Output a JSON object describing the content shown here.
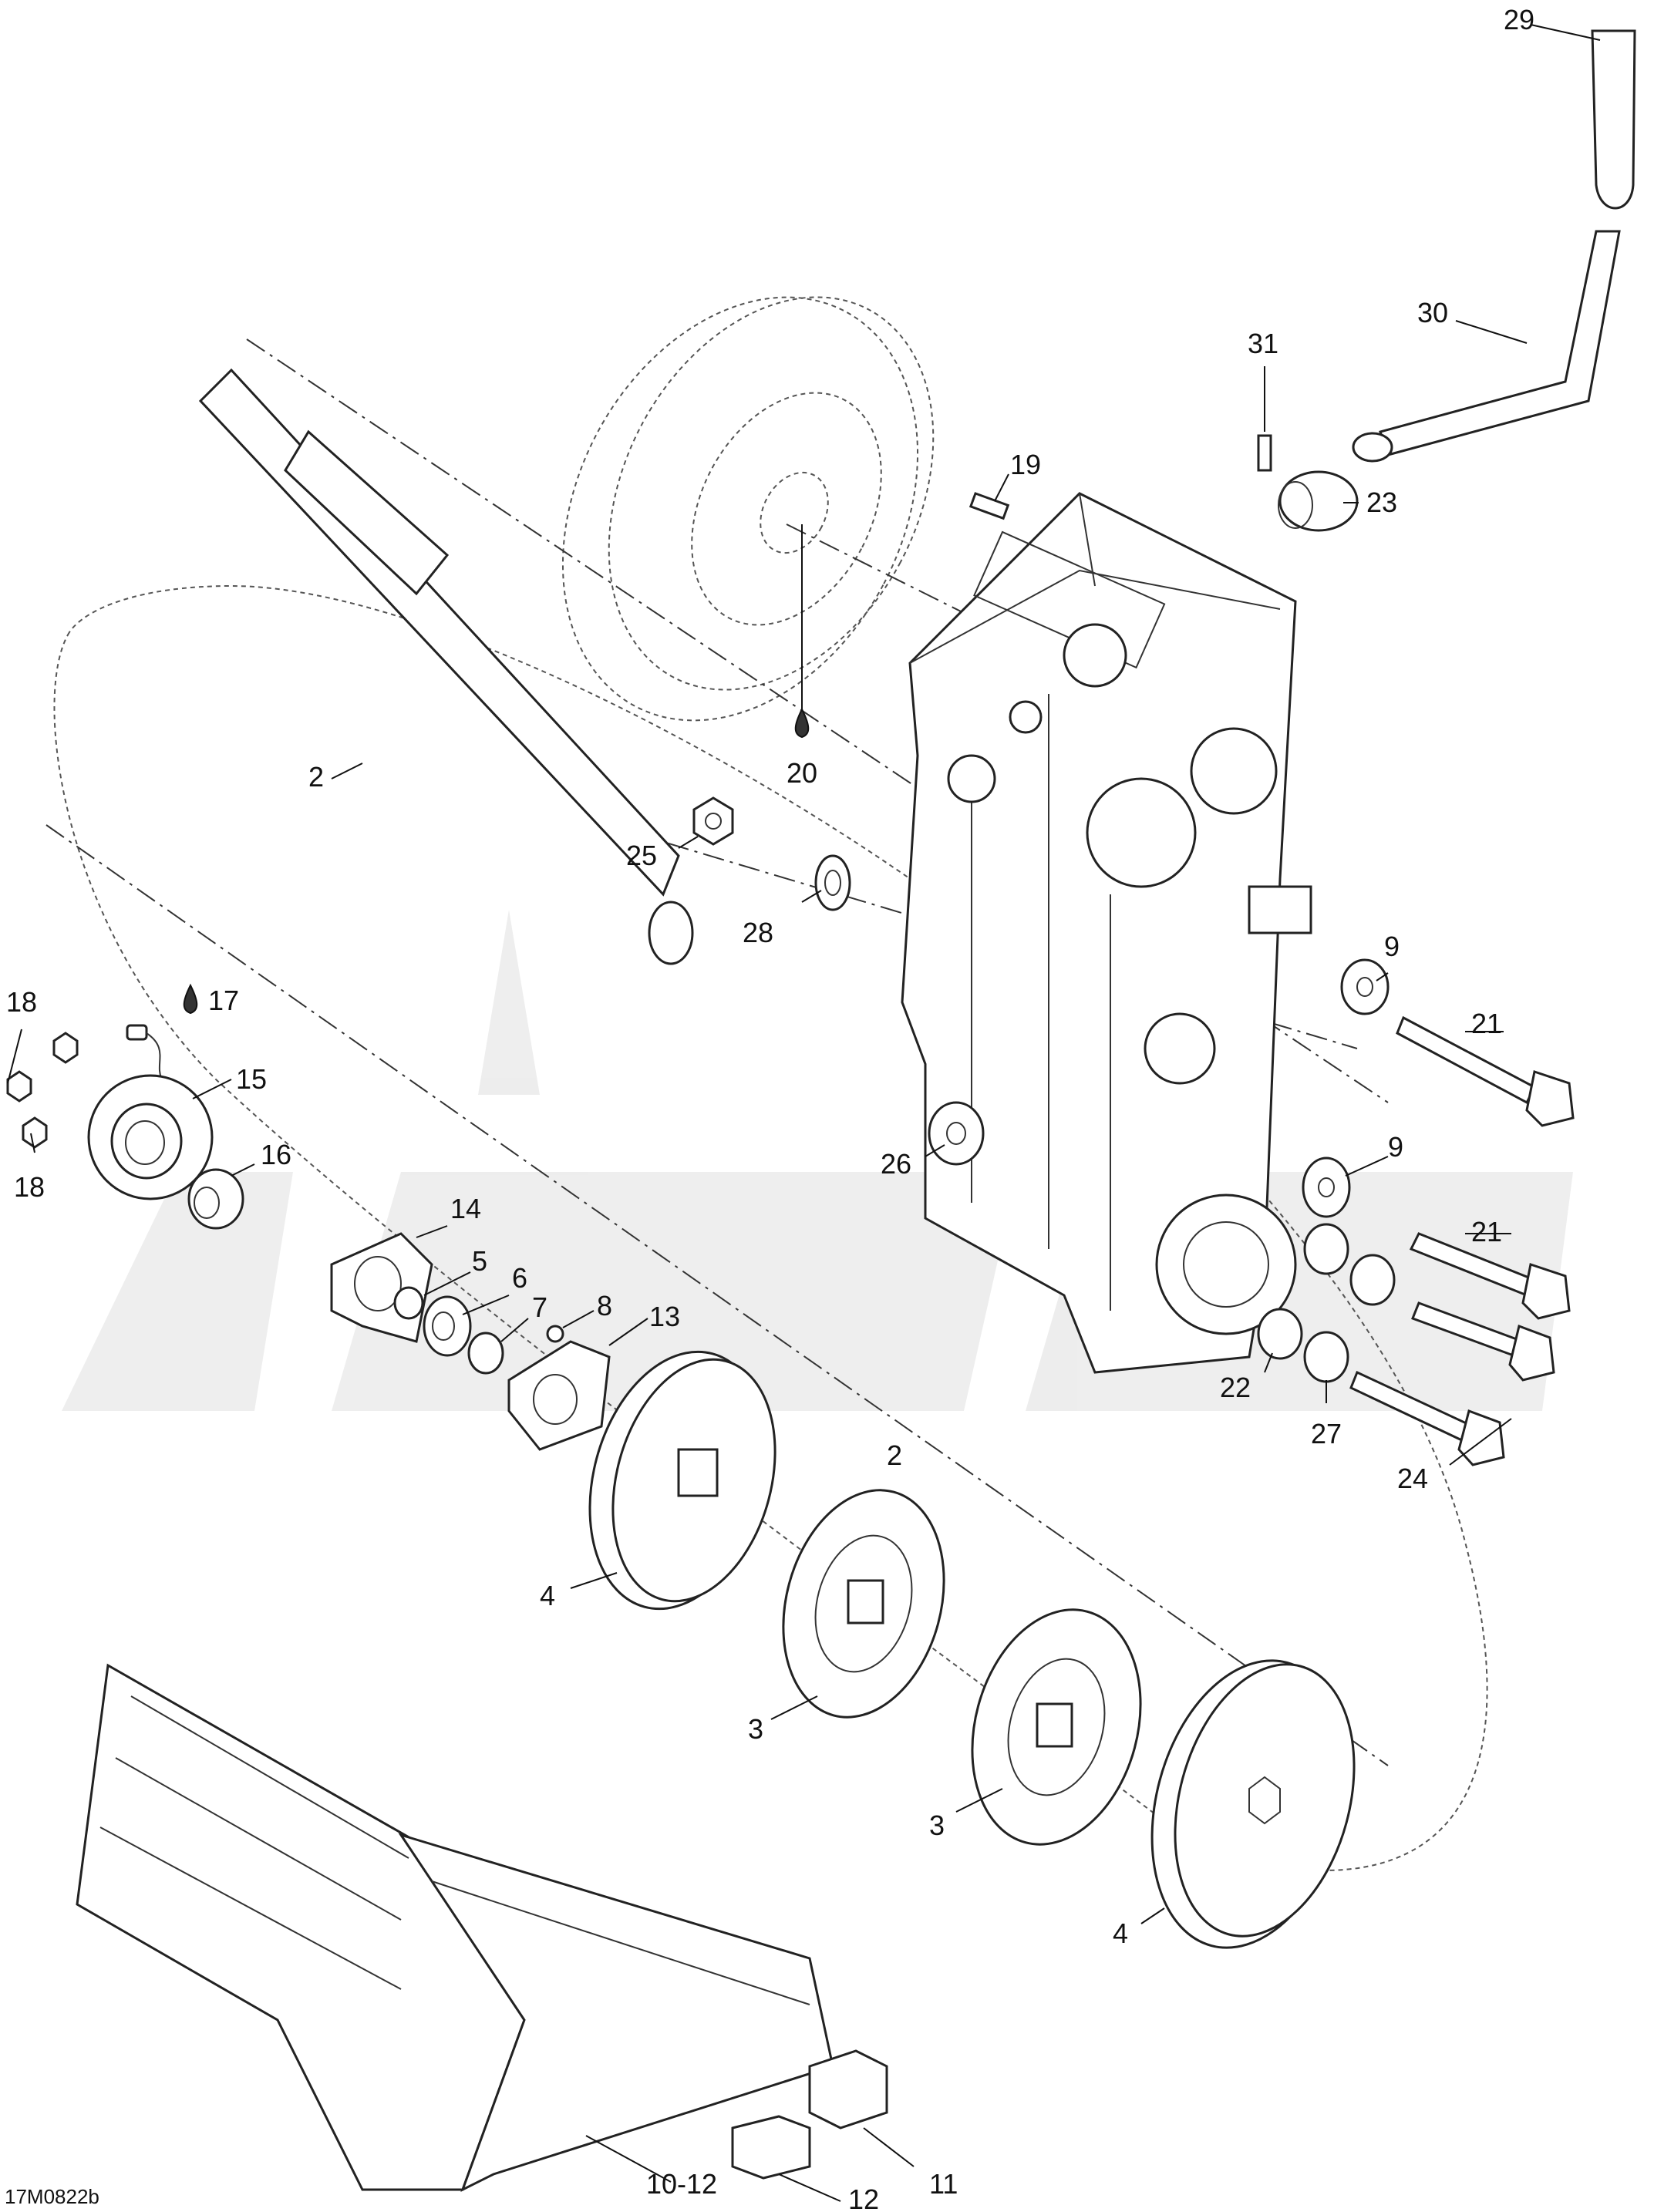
{
  "drawing_code": "17M0822b",
  "callouts": [
    {
      "id": "c29",
      "text": "29"
    },
    {
      "id": "c30",
      "text": "30"
    },
    {
      "id": "c31",
      "text": "31"
    },
    {
      "id": "c19",
      "text": "19"
    },
    {
      "id": "c23",
      "text": "23"
    },
    {
      "id": "c20",
      "text": "20"
    },
    {
      "id": "c2a",
      "text": "2"
    },
    {
      "id": "c25",
      "text": "25"
    },
    {
      "id": "c28",
      "text": "28"
    },
    {
      "id": "c9a",
      "text": "9"
    },
    {
      "id": "c21a",
      "text": "21"
    },
    {
      "id": "c18a",
      "text": "18"
    },
    {
      "id": "c17",
      "text": "17"
    },
    {
      "id": "c15",
      "text": "15"
    },
    {
      "id": "c18b",
      "text": "18"
    },
    {
      "id": "c16",
      "text": "16"
    },
    {
      "id": "c26",
      "text": "26"
    },
    {
      "id": "c9b",
      "text": "9"
    },
    {
      "id": "c14",
      "text": "14"
    },
    {
      "id": "c5",
      "text": "5"
    },
    {
      "id": "c6",
      "text": "6"
    },
    {
      "id": "c7",
      "text": "7"
    },
    {
      "id": "c8",
      "text": "8"
    },
    {
      "id": "c13",
      "text": "13"
    },
    {
      "id": "c21b",
      "text": "21"
    },
    {
      "id": "c22",
      "text": "22"
    },
    {
      "id": "c27",
      "text": "27"
    },
    {
      "id": "c24",
      "text": "24"
    },
    {
      "id": "c2b",
      "text": "2"
    },
    {
      "id": "c4a",
      "text": "4"
    },
    {
      "id": "c3a",
      "text": "3"
    },
    {
      "id": "c3b",
      "text": "3"
    },
    {
      "id": "c4b",
      "text": "4"
    },
    {
      "id": "c11",
      "text": "11"
    },
    {
      "id": "c1012",
      "text": "10-12"
    },
    {
      "id": "c12",
      "text": "12"
    }
  ]
}
